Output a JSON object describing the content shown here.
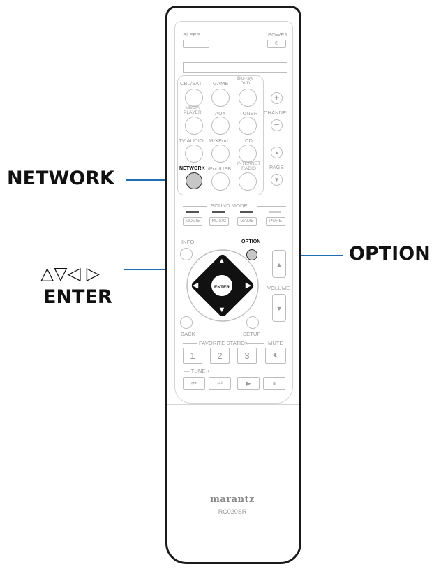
{
  "callouts": {
    "network": "NETWORK",
    "option": "OPTION",
    "cursor": "△▽◁ ▷",
    "enter": "ENTER"
  },
  "remote": {
    "top_labels": {
      "sleep": "SLEEP",
      "power": "POWER"
    },
    "sources": [
      {
        "label": "CBL/SAT"
      },
      {
        "label": "GAME"
      },
      {
        "label": "Blu-ray/\nDVD"
      },
      {
        "label": "MEDIA\nPLAYER"
      },
      {
        "label": "AUX"
      },
      {
        "label": "TUNER"
      },
      {
        "label": "TV AUDIO"
      },
      {
        "label": "M-XPort"
      },
      {
        "label": "CD"
      },
      {
        "label": "NETWORK"
      },
      {
        "label": "iPod/USB"
      },
      {
        "label": "INTERNET\nRADIO"
      }
    ],
    "channel_label": "CHANNEL",
    "page_label": "PAGE",
    "sound_mode_label": "SOUND MODE",
    "sound_modes": [
      "MOVIE",
      "MUSIC",
      "GAME",
      "PURE"
    ],
    "info_label": "INFO",
    "option_label": "OPTION",
    "enter_label": "ENTER",
    "volume_label": "VOLUME",
    "back_label": "BACK",
    "setup_label": "SETUP",
    "favorite_label": "FAVORITE STATION",
    "mute_label": "MUTE",
    "favorite_numbers": [
      "1",
      "2",
      "3"
    ],
    "tune_label": "— TUNE +",
    "brand": "marantz",
    "model": "RC020SR"
  },
  "colors": {
    "leader": "#1f6fb4",
    "highlight": "#c7c7c7",
    "faint": "#bdbdbd"
  }
}
